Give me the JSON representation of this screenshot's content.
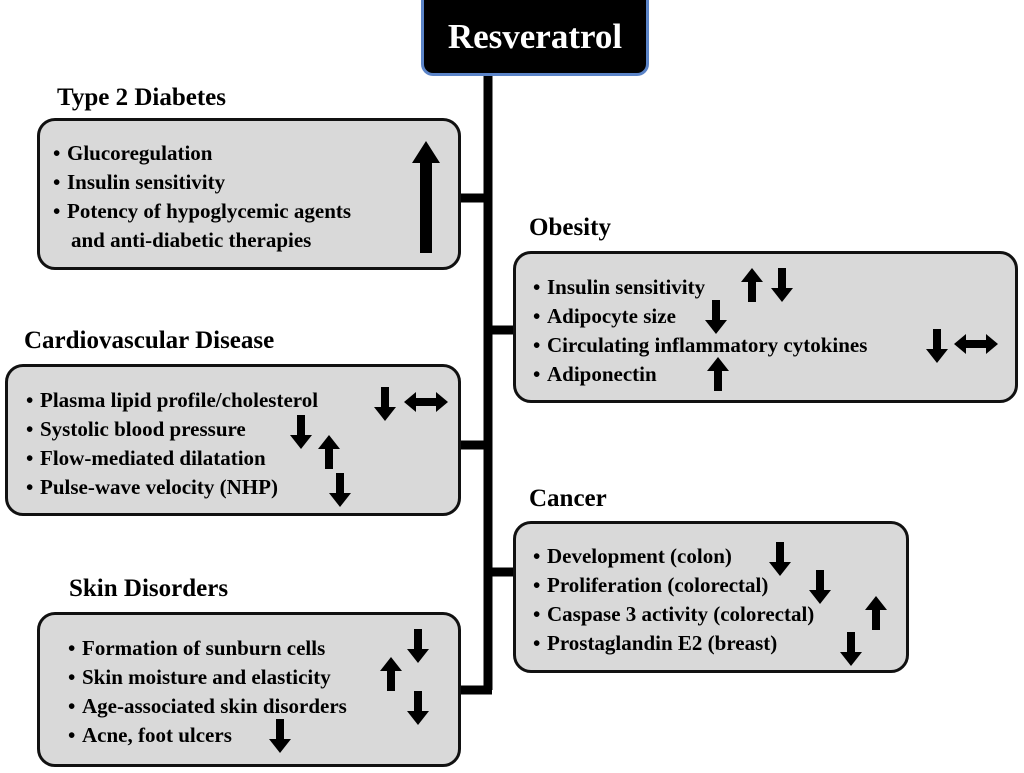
{
  "title": "Resveratrol",
  "sections": {
    "diabetes": {
      "heading": "Type 2 Diabetes",
      "items": [
        "Glucoregulation",
        "Insulin sensitivity",
        "Potency of hypoglycemic agents",
        "and anti-diabetic therapies"
      ],
      "effects": [
        "up"
      ]
    },
    "obesity": {
      "heading": "Obesity",
      "items": [
        "Insulin sensitivity",
        "Adipocyte size",
        "Circulating inflammatory cytokines",
        "Adiponectin"
      ],
      "effects": [
        "up, down",
        "down",
        "down, no change",
        "up"
      ]
    },
    "cardio": {
      "heading": "Cardiovascular Disease",
      "items": [
        "Plasma lipid profile/cholesterol",
        "Systolic blood pressure",
        "Flow-mediated dilatation",
        "Pulse-wave velocity (NHP)"
      ],
      "effects": [
        "down, no change",
        "down",
        "up",
        "down"
      ]
    },
    "cancer": {
      "heading": "Cancer",
      "items": [
        "Development (colon)",
        "Proliferation (colorectal)",
        "Caspase 3 activity (colorectal)",
        "Prostaglandin E2 (breast)"
      ],
      "effects": [
        "down",
        "down",
        "up",
        "down"
      ]
    },
    "skin": {
      "heading": "Skin Disorders",
      "items": [
        "Formation of sunburn cells",
        "Skin moisture and elasticity",
        "Age-associated skin disorders",
        "Acne, foot ulcers"
      ],
      "effects": [
        "down",
        "up",
        "down",
        "down"
      ]
    }
  },
  "colors": {
    "card_fill": "#d9d9d9",
    "title_fill": "#000000",
    "title_border": "#5b84c8",
    "connector": "#000000"
  },
  "icons": [
    "up-arrow-icon",
    "down-arrow-icon",
    "double-arrow-icon"
  ]
}
